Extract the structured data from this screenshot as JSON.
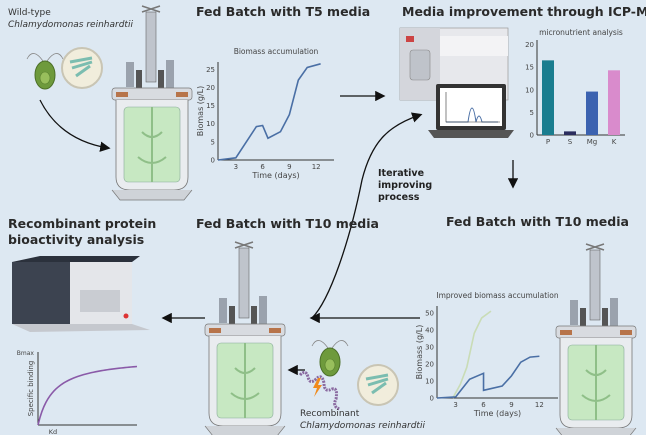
{
  "labels": {
    "wild_type": "Wild-type",
    "wild_type_species": "Chlamydomonas reinhardtii",
    "step1_title": "Fed Batch with T5 media",
    "step2_title": "Media improvement through ICP-MS",
    "step3_title": "Fed Batch with T10 media",
    "step4_title": "Fed Batch with T10 media",
    "step5_title_line1": "Recombinant protein",
    "step5_title_line2": "bioactivity analysis",
    "iterative_line1": "Iterative",
    "iterative_line2": "improving",
    "iterative_line3": "process",
    "recombinant": "Recombinant",
    "recombinant_species": "Chlamydomonas reinhardtii"
  },
  "colors": {
    "background": "#dde8f2",
    "line": "#4a6fa5",
    "improved_line": "#c9dcb6",
    "binding_curve": "#8a5aa8",
    "arrow": "#111111"
  },
  "chart_data": [
    {
      "type": "line",
      "title": "Biomass accumulation",
      "xlabel": "Time (days)",
      "ylabel": "Biomas (g/L)",
      "xticks": [
        3,
        6,
        9,
        12
      ],
      "yticks": [
        0,
        5,
        10,
        15,
        20,
        25
      ],
      "xlim": [
        1,
        14
      ],
      "ylim": [
        0,
        27
      ],
      "series": [
        {
          "x": [
            1,
            3,
            5.3,
            6,
            6.6,
            8,
            9,
            10,
            11,
            12.5
          ],
          "y": [
            0,
            0.6,
            9.2,
            9.5,
            6,
            7.8,
            12.5,
            22,
            25.5,
            26.5
          ],
          "color": "#4a6fa5"
        }
      ]
    },
    {
      "type": "bar",
      "title": "micronutrient analysis",
      "categories": [
        "P",
        "S",
        "Mg",
        "K"
      ],
      "values": [
        16.5,
        0.8,
        9.6,
        14.3
      ],
      "colors": [
        "#1a7d8f",
        "#2b2d5e",
        "#3b62b0",
        "#d98bcc"
      ],
      "yticks": [
        0,
        5,
        10,
        15,
        20
      ],
      "ylim": [
        0,
        21
      ]
    },
    {
      "type": "line",
      "title": "Improved biomass accumulation",
      "xlabel": "Time (days)",
      "ylabel": "Biomass (g/L)",
      "xticks": [
        3,
        6,
        9,
        12
      ],
      "yticks": [
        0,
        10,
        20,
        30,
        40,
        50
      ],
      "xlim": [
        1,
        14
      ],
      "ylim": [
        0,
        54
      ],
      "series": [
        {
          "x": [
            2.7,
            3.5,
            4.2,
            5,
            5.8,
            6.8
          ],
          "y": [
            0,
            8,
            18,
            38,
            47,
            51
          ],
          "color": "#c9dcb6"
        },
        {
          "x": [
            1,
            3,
            4.5,
            6,
            6,
            8,
            9,
            10,
            11,
            12
          ],
          "y": [
            0,
            0.6,
            11,
            14.5,
            4.5,
            7,
            13,
            21,
            24,
            24.5
          ],
          "color": "#4a6fa5"
        }
      ]
    },
    {
      "type": "line",
      "xlabel": "Kd",
      "ylabel": "Specific binding",
      "ytick_label": "Bmax",
      "series": [
        {
          "curve": "saturation",
          "color": "#8a5aa8"
        }
      ]
    }
  ]
}
